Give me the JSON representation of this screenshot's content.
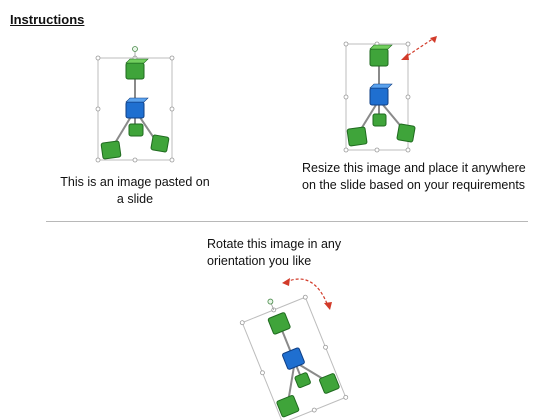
{
  "page": {
    "heading": "Instructions",
    "steps": [
      {
        "caption": "This is an image pasted on a slide"
      },
      {
        "caption": "Resize this image and place it anywhere on the slide based on your requirements"
      },
      {
        "caption": "Rotate this image in any orientation you like"
      }
    ]
  },
  "colors": {
    "green_cube": "#3fa43a",
    "blue_cube": "#1f6fd0",
    "selection_frame": "#b0b0b0",
    "arrow": "#d23b2a"
  }
}
